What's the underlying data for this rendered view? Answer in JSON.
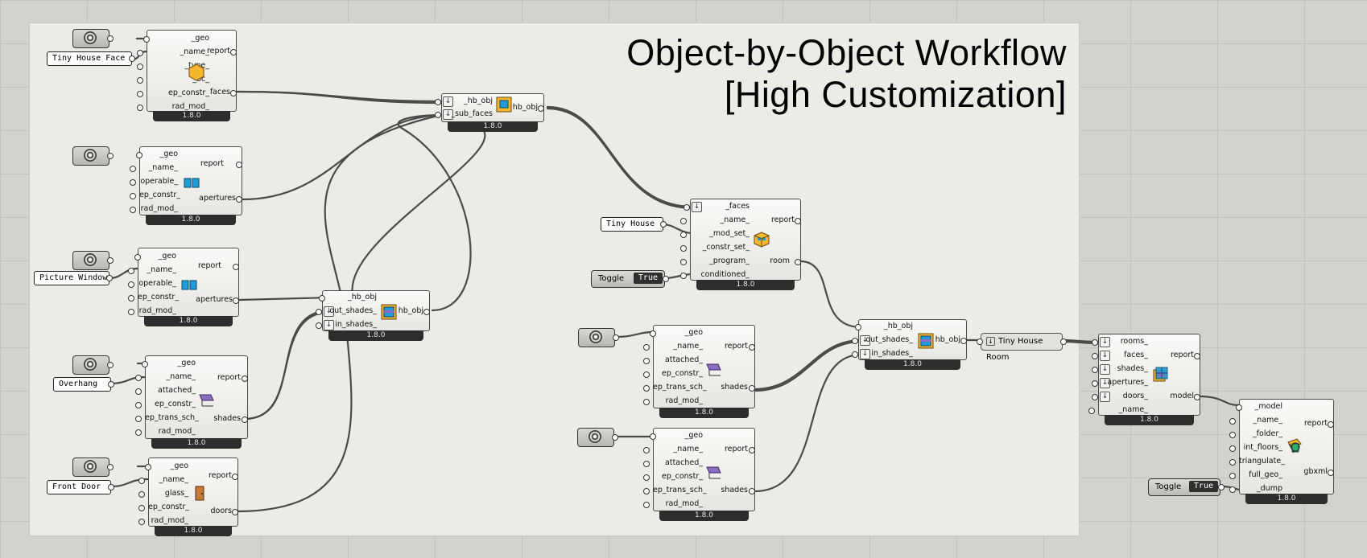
{
  "title": {
    "line1": "Object-by-Object Workflow",
    "line2": "[High Customization]"
  },
  "version": "1.8.0",
  "panels": {
    "tiny_house_face": "Tiny House Face",
    "picture_window": "Picture Window",
    "overhang": "Overhang",
    "front_door": "Front Door",
    "tiny_house": "Tiny House"
  },
  "params": {
    "tiny_house_room": "Tiny House Room"
  },
  "toggles": {
    "label": "Toggle",
    "room_value": "True",
    "model_value": "True"
  },
  "nodes": {
    "face": {
      "inputs": [
        "_geo",
        "_name_",
        "_type_",
        "_bc_",
        "ep_constr_",
        "rad_mod_"
      ],
      "outputs": [
        "report",
        "faces"
      ],
      "icon": "hexagon-face-icon"
    },
    "aperture1": {
      "inputs": [
        "_geo",
        "_name_",
        "operable_",
        "ep_constr_",
        "rad_mod_"
      ],
      "outputs": [
        "report",
        "apertures"
      ],
      "icon": "window-icon"
    },
    "aperture2": {
      "inputs": [
        "_geo",
        "_name_",
        "operable_",
        "ep_constr_",
        "rad_mod_"
      ],
      "outputs": [
        "report",
        "apertures"
      ],
      "icon": "window-icon"
    },
    "shade1": {
      "inputs": [
        "_geo",
        "_name_",
        "attached_",
        "ep_constr_",
        "ep_trans_sch_",
        "rad_mod_"
      ],
      "outputs": [
        "report",
        "shades"
      ],
      "icon": "shade-icon"
    },
    "door": {
      "inputs": [
        "_geo",
        "_name_",
        "glass_",
        "ep_constr_",
        "rad_mod_"
      ],
      "outputs": [
        "report",
        "doors"
      ],
      "icon": "door-icon"
    },
    "addsub": {
      "inputs": [
        "_hb_obj",
        "_sub_faces"
      ],
      "outputs": [
        "hb_obj"
      ],
      "icon": "add-subface-icon"
    },
    "addshade1": {
      "inputs": [
        "_hb_obj",
        "out_shades_",
        "in_shades_"
      ],
      "outputs": [
        "hb_obj"
      ],
      "icon": "add-shade-icon"
    },
    "room": {
      "inputs": [
        "_faces",
        "_name_",
        "_mod_set_",
        "_constr_set_",
        "_program_",
        "conditioned_"
      ],
      "outputs": [
        "report",
        "room"
      ],
      "icon": "room-icon"
    },
    "shade2": {
      "inputs": [
        "_geo",
        "_name_",
        "attached_",
        "ep_constr_",
        "ep_trans_sch_",
        "rad_mod_"
      ],
      "outputs": [
        "report",
        "shades"
      ],
      "icon": "shade-icon"
    },
    "shade3": {
      "inputs": [
        "_geo",
        "_name_",
        "attached_",
        "ep_constr_",
        "ep_trans_sch_",
        "rad_mod_"
      ],
      "outputs": [
        "report",
        "shades"
      ],
      "icon": "shade-icon"
    },
    "addshade2": {
      "inputs": [
        "_hb_obj",
        "out_shades_",
        "in_shades_"
      ],
      "outputs": [
        "hb_obj"
      ],
      "icon": "add-shade-icon"
    },
    "model": {
      "inputs": [
        "rooms_",
        "faces_",
        "shades_",
        "apertures_",
        "doors_",
        "_name_"
      ],
      "outputs": [
        "report",
        "model"
      ],
      "icon": "model-icon"
    },
    "gbxml": {
      "inputs": [
        "_model",
        "_name_",
        "_folder_",
        "int_floors_",
        "triangulate_",
        "full_geo_",
        "_dump"
      ],
      "outputs": [
        "report",
        "gbxml"
      ],
      "icon": "gbxml-icon"
    }
  }
}
